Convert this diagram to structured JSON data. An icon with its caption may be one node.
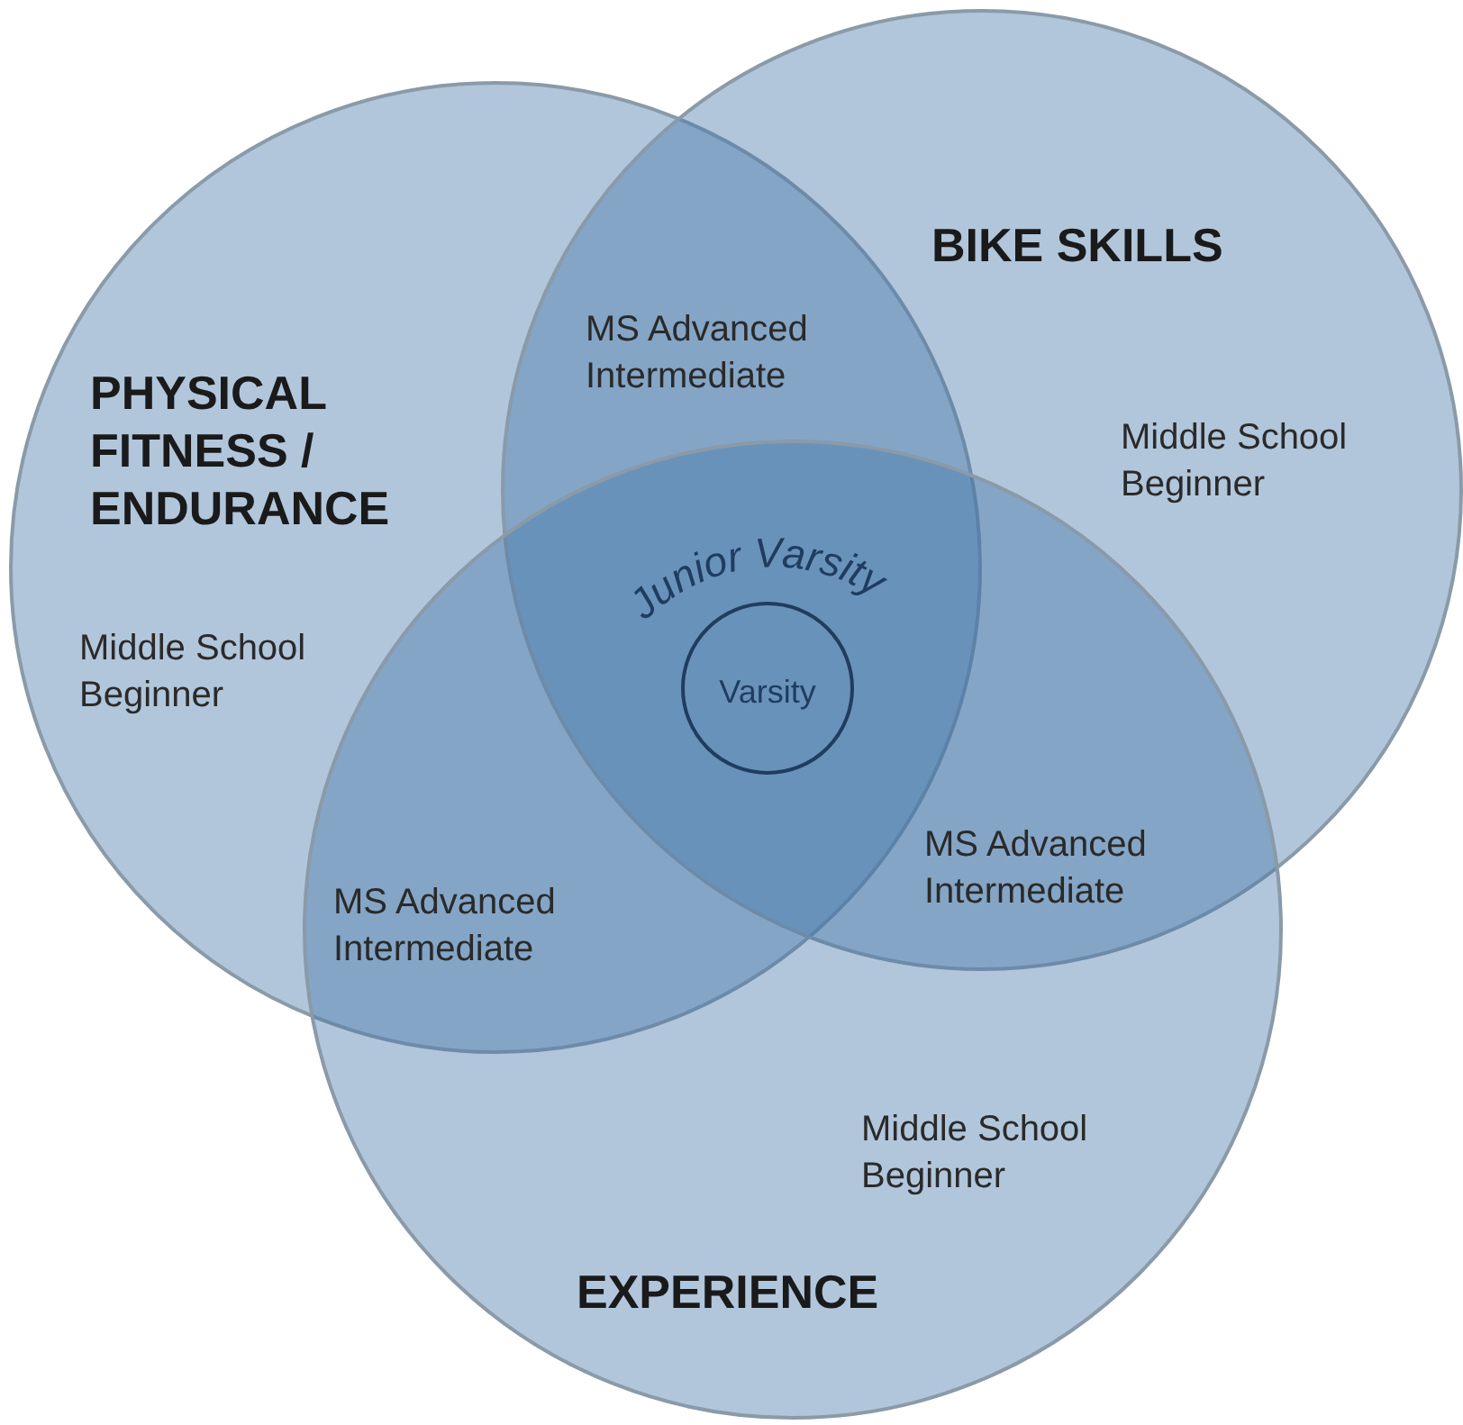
{
  "diagram": {
    "nodes": [
      {
        "text": [
          "PHYSICAL FITNESS / ENDURANCE",
          "Middle School Beginner"
        ]
      },
      {
        "text": [
          "BIKE SKILLS",
          "Middle School Beginner"
        ]
      },
      {
        "text": [
          "Middle School Beginner",
          "EXPERIENCE"
        ]
      },
      {
        "text": [
          "Varsity"
        ]
      }
    ],
    "edges": [],
    "labels": [
      "MS Advanced Intermediate",
      "Junior Varsity",
      "MS Advanced Intermediate",
      "MS Advanced Intermediate"
    ]
  }
}
